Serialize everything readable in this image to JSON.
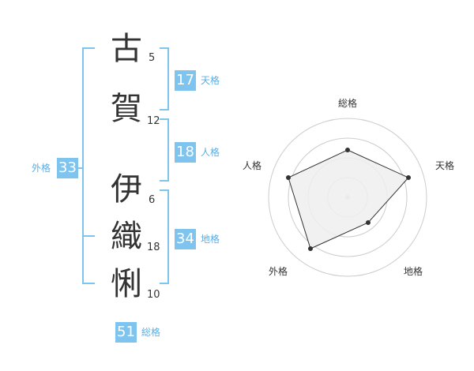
{
  "name_chars": [
    {
      "char": "古",
      "strokes": "5"
    },
    {
      "char": "賀",
      "strokes": "12"
    },
    {
      "char": "伊",
      "strokes": "6"
    },
    {
      "char": "織",
      "strokes": "18"
    },
    {
      "char": "悧",
      "strokes": "10"
    }
  ],
  "fortunes": {
    "tenkaku": {
      "value": "17",
      "label": "天格"
    },
    "jinkaku": {
      "value": "18",
      "label": "人格"
    },
    "chikaku": {
      "value": "34",
      "label": "地格"
    },
    "gaikaku": {
      "value": "33",
      "label": "外格"
    },
    "soukaku": {
      "value": "51",
      "label": "総格"
    }
  },
  "radar": {
    "labels": {
      "top": "総格",
      "right": "天格",
      "bottom_right": "地格",
      "bottom_left": "外格",
      "left": "人格"
    },
    "colors": {
      "accent": "#7fc4ef",
      "fill": "#eeeeee",
      "ring": "#cccccc"
    }
  }
}
